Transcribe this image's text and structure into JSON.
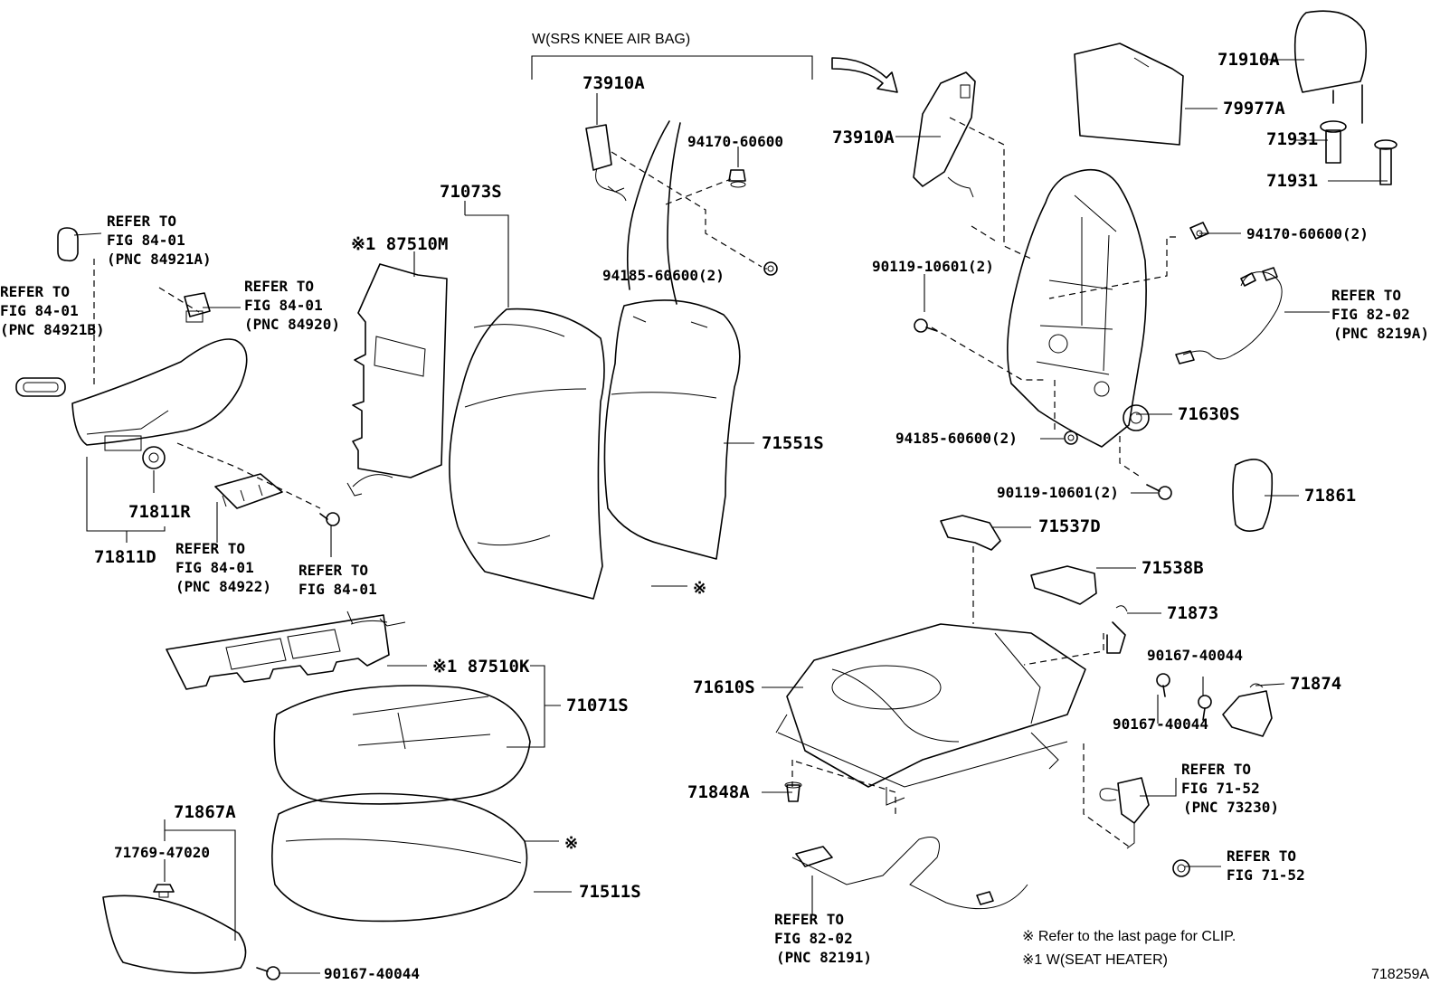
{
  "labels": [
    {
      "id": "w-srs-knee-air-bag",
      "text": "W(SRS KNEE AIR BAG)",
      "style": "note",
      "size": 16
    },
    {
      "id": "73910a-left",
      "text": "73910A",
      "size": 19
    },
    {
      "id": "94170-60600",
      "text": "94170-60600",
      "size": 16
    },
    {
      "id": "94185-60600-top",
      "text": "94185-60600(2)",
      "size": 16
    },
    {
      "id": "71073s",
      "text": "71073S",
      "size": 19
    },
    {
      "id": "87510m",
      "text": "※1 87510M",
      "size": 19
    },
    {
      "id": "refer-84921a",
      "text": "REFER TO",
      "size": 16
    },
    {
      "id": "refer-84921a-fig",
      "text": "FIG 84-01",
      "size": 16
    },
    {
      "id": "refer-84921a-pnc",
      "text": "(PNC 84921A)",
      "size": 16
    },
    {
      "id": "refer-84921b",
      "text": "REFER TO",
      "size": 16
    },
    {
      "id": "refer-84921b-fig",
      "text": "FIG 84-01",
      "size": 16
    },
    {
      "id": "refer-84921b-pnc",
      "text": "(PNC 84921B)",
      "size": 16
    },
    {
      "id": "refer-84920",
      "text": "REFER TO",
      "size": 16
    },
    {
      "id": "refer-84920-fig",
      "text": "FIG 84-01",
      "size": 16
    },
    {
      "id": "refer-84920-pnc",
      "text": "(PNC 84920)",
      "size": 16
    },
    {
      "id": "71811r",
      "text": "71811R",
      "size": 19
    },
    {
      "id": "71811d",
      "text": "71811D",
      "size": 19
    },
    {
      "id": "refer-84922",
      "text": "REFER TO",
      "size": 16
    },
    {
      "id": "refer-84922-fig",
      "text": "FIG 84-01",
      "size": 16
    },
    {
      "id": "refer-84922-pnc",
      "text": "(PNC 84922)",
      "size": 16
    },
    {
      "id": "refer-fig84-bolt",
      "text": "REFER TO",
      "size": 16
    },
    {
      "id": "refer-fig84-bolt-fig",
      "text": "FIG 84-01",
      "size": 16
    },
    {
      "id": "71551s",
      "text": "71551S",
      "size": 19
    },
    {
      "id": "clip-mark-back",
      "text": "※",
      "size": 18
    },
    {
      "id": "87510k",
      "text": "※1 87510K",
      "size": 19
    },
    {
      "id": "71071s",
      "text": "71071S",
      "size": 19
    },
    {
      "id": "71867a",
      "text": "71867A",
      "size": 19
    },
    {
      "id": "71769-47020",
      "text": "71769-47020",
      "size": 16
    },
    {
      "id": "71511s",
      "text": "71511S",
      "size": 19
    },
    {
      "id": "clip-mark-cushion",
      "text": "※",
      "size": 18
    },
    {
      "id": "90167-40044-bottom",
      "text": "90167-40044",
      "size": 16
    },
    {
      "id": "73910a-right",
      "text": "73910A",
      "size": 19
    },
    {
      "id": "71910a",
      "text": "71910A",
      "size": 19
    },
    {
      "id": "79977a",
      "text": "79977A",
      "size": 19
    },
    {
      "id": "71931-a",
      "text": "71931",
      "size": 19
    },
    {
      "id": "71931-b",
      "text": "71931",
      "size": 19
    },
    {
      "id": "90119-10601-top",
      "text": "90119-10601(2)",
      "size": 16
    },
    {
      "id": "94170-60600-2",
      "text": "94170-60600(2)",
      "size": 16
    },
    {
      "id": "refer-8219a",
      "text": "REFER TO",
      "size": 16
    },
    {
      "id": "refer-8219a-fig",
      "text": "FIG 82-02",
      "size": 16
    },
    {
      "id": "refer-8219a-pnc",
      "text": "(PNC 8219A)",
      "size": 16
    },
    {
      "id": "71630s",
      "text": "71630S",
      "size": 19
    },
    {
      "id": "94185-60600-mid",
      "text": "94185-60600(2)",
      "size": 16
    },
    {
      "id": "90119-10601-bottom",
      "text": "90119-10601(2)",
      "size": 16
    },
    {
      "id": "71861",
      "text": "71861",
      "size": 19
    },
    {
      "id": "71537d",
      "text": "71537D",
      "size": 19
    },
    {
      "id": "71538b",
      "text": "71538B",
      "size": 19
    },
    {
      "id": "71873",
      "text": "71873",
      "size": 19
    },
    {
      "id": "90167-40044-a",
      "text": "90167-40044",
      "size": 16
    },
    {
      "id": "71874",
      "text": "71874",
      "size": 19
    },
    {
      "id": "71610s",
      "text": "71610S",
      "size": 19
    },
    {
      "id": "90167-40044-b",
      "text": "90167-40044",
      "size": 16
    },
    {
      "id": "71848a",
      "text": "71848A",
      "size": 19
    },
    {
      "id": "refer-73230",
      "text": "REFER TO",
      "size": 16
    },
    {
      "id": "refer-73230-fig",
      "text": "FIG 71-52",
      "size": 16
    },
    {
      "id": "refer-73230-pnc",
      "text": "(PNC 73230)",
      "size": 16
    },
    {
      "id": "refer-71-52",
      "text": "REFER TO",
      "size": 16
    },
    {
      "id": "refer-71-52-fig",
      "text": "FIG 71-52",
      "size": 16
    },
    {
      "id": "refer-82191",
      "text": "REFER TO",
      "size": 16
    },
    {
      "id": "refer-82191-fig",
      "text": "FIG 82-02",
      "size": 16
    },
    {
      "id": "refer-82191-pnc",
      "text": "(PNC 82191)",
      "size": 16
    },
    {
      "id": "note-clip",
      "text": "※    Refer to the last page for CLIP.",
      "style": "note",
      "size": 16
    },
    {
      "id": "note-seat-heater",
      "text": "※1  W(SEAT  HEATER)",
      "style": "note",
      "size": 16
    },
    {
      "id": "diagram-id",
      "text": "718259A",
      "style": "note",
      "size": 16
    }
  ],
  "parts": [
    "knee-airbag-left",
    "knee-airbag-right",
    "trim-panel-top",
    "nut-94170-left",
    "nut-94185-top",
    "seatback-heater",
    "seatback-cushion-71073s",
    "seatback-pad-71551s",
    "side-shield-71811d",
    "lever-cover",
    "seat-switch",
    "knob-cap",
    "knob-71811r",
    "power-switch",
    "screw-bolt-left",
    "cushion-heater",
    "seat-cushion-cover-71071s",
    "seat-cushion-pad-71511s",
    "inner-cover-71867a",
    "clip-71769",
    "screw-90167-bottom",
    "headrest-71910a",
    "headrest-pad-79977a",
    "support-71931-a",
    "support-71931-b",
    "seatback-frame",
    "harness-8219a",
    "bolt-90119-top",
    "nut-94170-right",
    "nut-94185-mid",
    "bolt-90119-bottom",
    "recliner-cover-71630s",
    "knob-71861",
    "cover-71537d",
    "cover-71538b",
    "hook-71873",
    "screw-90167-a",
    "bracket-71874",
    "seat-track-71610s",
    "screw-90167-b",
    "clip-71848a",
    "seatbelt-buckle",
    "nut-71-52",
    "seat-harness-82191"
  ]
}
